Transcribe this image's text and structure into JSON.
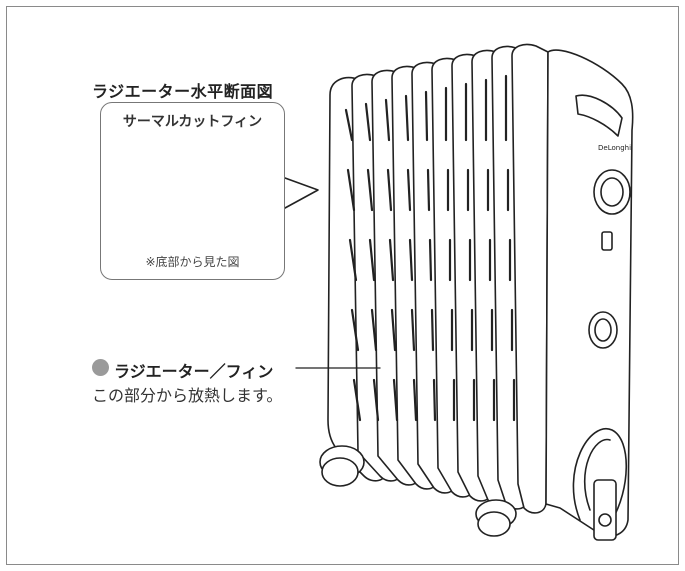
{
  "section_title": "ラジエーター水平断面図",
  "callout": {
    "title": "サーマルカットフィン",
    "note": "※底部から見た図"
  },
  "feature": {
    "label": "ラジエーター／フィン",
    "description": "この部分から放熱します。"
  },
  "brand_logo_text": "DeLonghi",
  "colors": {
    "border": "#8a8a8a",
    "dot": "#9a9a9a",
    "line": "#222222"
  }
}
